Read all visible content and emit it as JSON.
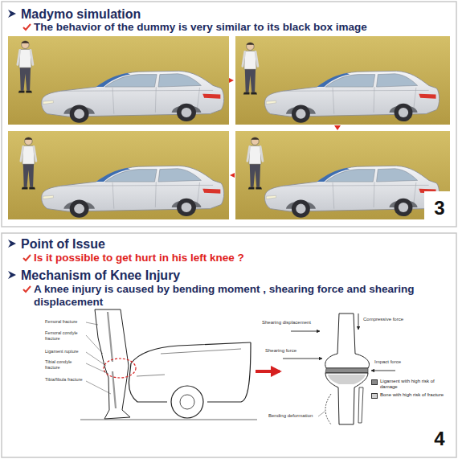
{
  "diagram": {
    "nodes": [
      {
        "text": [
          "3"
        ]
      },
      {
        "text": [
          "4"
        ]
      }
    ],
    "labels": [
      "Madymo simulation",
      "The behavior of the dummy is very similar to its black box image",
      "Point of Issue",
      "Is it possible to get hurt in his left knee ?",
      "Mechanism of Knee Injury",
      "A knee injury is caused by bending moment , shearing force and shearing displacement",
      "Femoral fracture",
      "Femoral condyle fracture",
      "Ligament rupture",
      "Tibial condyle fracture",
      "Tibia/fibula fracture",
      "Shearing displacement",
      "Compressive force",
      "Shearing force",
      "Impact force",
      "Bending deformation"
    ],
    "legend": [
      {
        "text": "Ligament with high risk of damage"
      },
      {
        "text": "Bone with high risk of fracture"
      }
    ]
  }
}
